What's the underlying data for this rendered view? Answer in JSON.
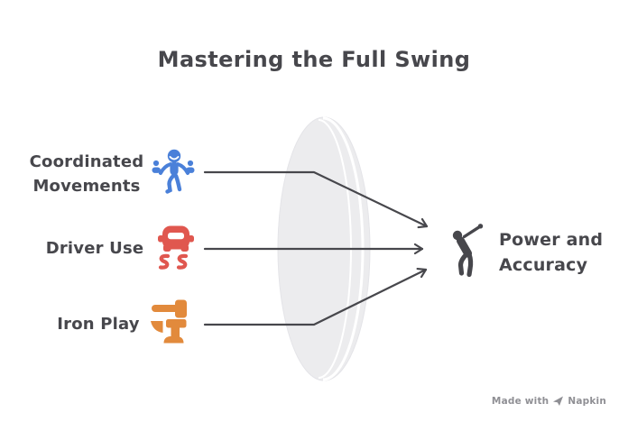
{
  "title": "Mastering the Full Swing",
  "inputs": [
    {
      "label": "Coordinated Movements",
      "icon": "group-movement-icon",
      "color": "#4a80d9"
    },
    {
      "label": "Driver Use",
      "icon": "car-skid-icon",
      "color": "#e0574f"
    },
    {
      "label": "Iron Play",
      "icon": "anvil-hammer-icon",
      "color": "#e28a3c"
    }
  ],
  "output": {
    "label": "Power and Accuracy",
    "icon": "golfer-swing-icon",
    "color": "#47474c"
  },
  "lens": {
    "shape": "converging-lens",
    "fill": "#ececee"
  },
  "arrows": {
    "count": 3,
    "color": "#47474c"
  },
  "watermark": {
    "prefix": "Made with",
    "brand": "Napkin",
    "icon": "napkin-logo-icon",
    "color": "#8f8f94"
  },
  "colors": {
    "background": "#ffffff",
    "text": "#47474c",
    "blue": "#4a80d9",
    "red": "#e0574f",
    "orange": "#e28a3c"
  }
}
